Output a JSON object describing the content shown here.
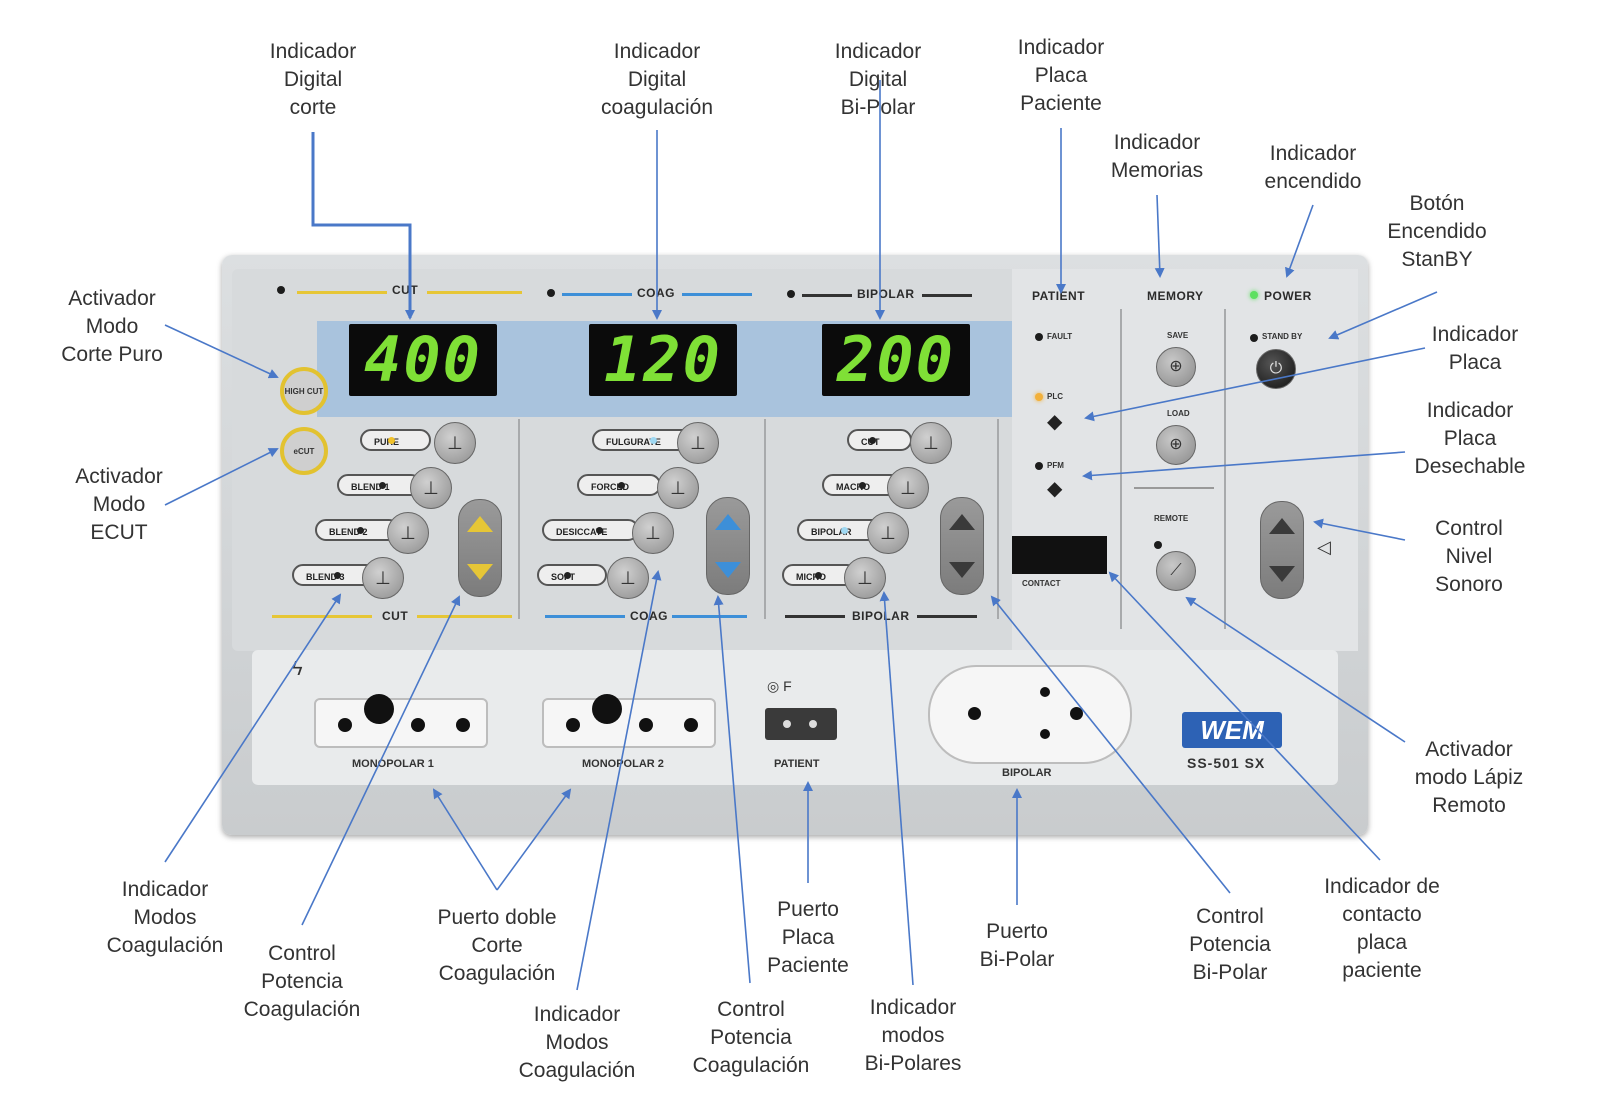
{
  "device": {
    "cut_title": "CUT",
    "coag_title": "COAG",
    "bipolar_title": "BIPOLAR",
    "patient_title": "PATIENT",
    "memory_title": "MEMORY",
    "power_title": "POWER",
    "cut_value": "400",
    "coag_value": "120",
    "bipolar_value": "200",
    "high_cut": "HIGH CUT",
    "ecut": "eCUT",
    "cut_modes": [
      "PURE",
      "BLEND 1",
      "BLEND 2",
      "BLEND 3"
    ],
    "coag_modes": [
      "FULGURATE",
      "FORCED",
      "DESICCATE",
      "SOFT"
    ],
    "bipolar_modes": [
      "CUT",
      "MACRO",
      "BIPOLAR",
      "MICRO"
    ],
    "fault": "FAULT",
    "plc": "PLC",
    "pfm": "PFM",
    "contact": "CONTACT",
    "save": "SAVE",
    "load": "LOAD",
    "remote": "REMOTE",
    "standby": "STAND BY",
    "port_mono1": "MONOPOLAR 1",
    "port_mono2": "MONOPOLAR 2",
    "port_patient": "PATIENT",
    "port_bipolar": "BIPOLAR",
    "brand": "WEM",
    "model": "SS-501 SX"
  },
  "callouts": {
    "ind_digital_corte": "Indicador\nDigital\ncorte",
    "ind_digital_coag": "Indicador\nDigital\ncoagulación",
    "ind_digital_bipolar": "Indicador\nDigital\nBi-Polar",
    "ind_placa_paciente": "Indicador\nPlaca\nPaciente",
    "ind_memorias": "Indicador\nMemorias",
    "ind_encendido": "Indicador\nencendido",
    "boton_encendido": "Botón\nEncendido\nStanBY",
    "act_corte_puro": "Activador\nModo\nCorte Puro",
    "act_ecut": "Activador\nModo\nECUT",
    "ind_placa": "Indicador\nPlaca",
    "ind_placa_desechable": "Indicador\nPlaca\nDesechable",
    "control_sonoro": "Control\nNivel\nSonoro",
    "act_lapiz_remoto": "Activador\nmodo Lápiz\nRemoto",
    "ind_contacto_placa": "Indicador de\ncontacto\nplaca\npaciente",
    "control_bipolar": "Control\nPotencia\nBi-Polar",
    "puerto_bipolar": "Puerto\nBi-Polar",
    "ind_modos_bipolares": "Indicador\nmodos\nBi-Polares",
    "puerto_placa": "Puerto\nPlaca\nPaciente",
    "control_coag_2": "Control\nPotencia\nCoagulación",
    "ind_modos_coag_2": "Indicador\nModos\nCoagulación",
    "puerto_doble": "Puerto doble\nCorte\nCoagulación",
    "control_coag_1": "Control\nPotencia\nCoagulación",
    "ind_modos_coag_1": "Indicador\nModos\nCoagulación"
  },
  "colors": {
    "arrow": "#4a78c8",
    "digits": "#7fe036",
    "cut_accent": "#e6c636",
    "coag_accent": "#3d8fd8"
  }
}
